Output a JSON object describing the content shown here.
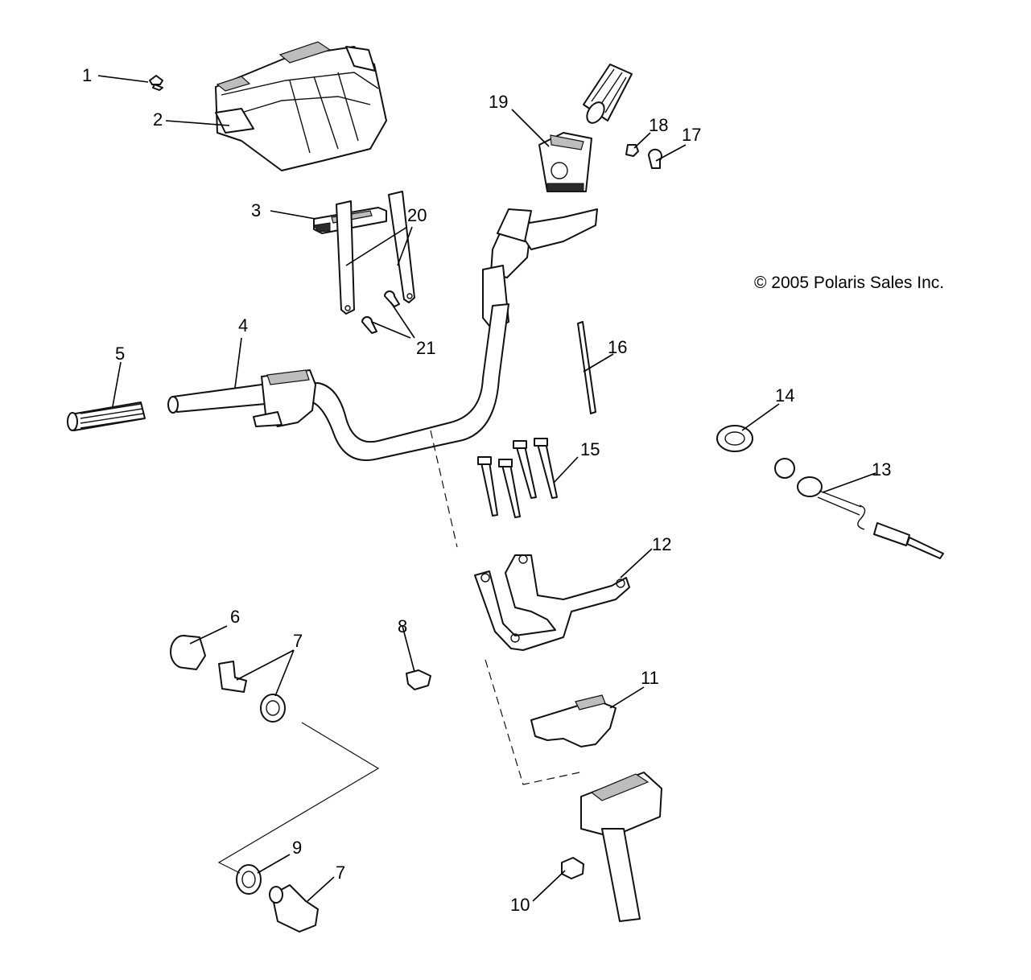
{
  "copyright": "© 2005 Polaris Sales Inc.",
  "callouts": [
    {
      "id": "c1",
      "label": "1"
    },
    {
      "id": "c2",
      "label": "2"
    },
    {
      "id": "c3",
      "label": "3"
    },
    {
      "id": "c4",
      "label": "4"
    },
    {
      "id": "c5",
      "label": "5"
    },
    {
      "id": "c6",
      "label": "6"
    },
    {
      "id": "c7a",
      "label": "7"
    },
    {
      "id": "c7b",
      "label": "7"
    },
    {
      "id": "c8",
      "label": "8"
    },
    {
      "id": "c9",
      "label": "9"
    },
    {
      "id": "c10",
      "label": "10"
    },
    {
      "id": "c11",
      "label": "11"
    },
    {
      "id": "c12",
      "label": "12"
    },
    {
      "id": "c13",
      "label": "13"
    },
    {
      "id": "c14",
      "label": "14"
    },
    {
      "id": "c15",
      "label": "15"
    },
    {
      "id": "c16",
      "label": "16"
    },
    {
      "id": "c17",
      "label": "17"
    },
    {
      "id": "c18",
      "label": "18"
    },
    {
      "id": "c19",
      "label": "19"
    },
    {
      "id": "c20",
      "label": "20"
    },
    {
      "id": "c21",
      "label": "21"
    }
  ]
}
